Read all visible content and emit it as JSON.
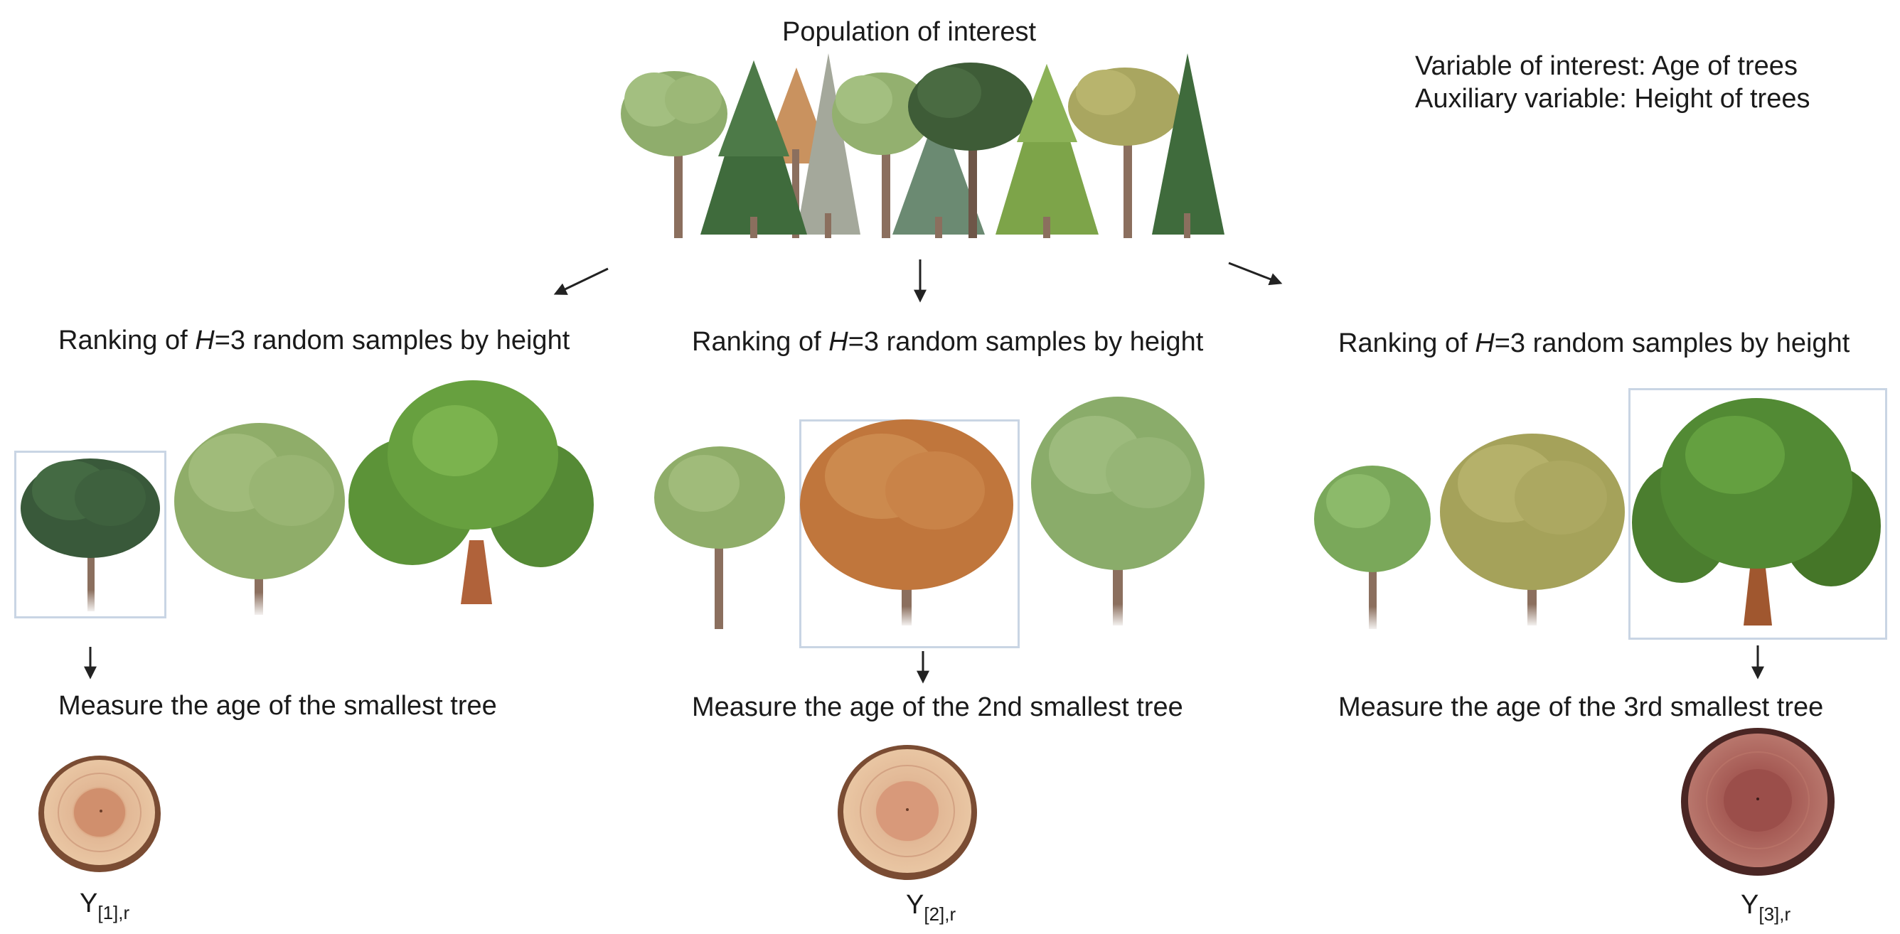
{
  "header": {
    "population_label": "Population of interest",
    "variable_line": "Variable of interest: Age of trees",
    "auxiliary_line": "Auxiliary variable: Height of trees"
  },
  "columns": [
    {
      "ranking_pre": "Ranking of ",
      "ranking_var": "H",
      "ranking_post": "=3 random samples by height",
      "measure_label": "Measure the age of the smallest tree",
      "y_main": "Y",
      "y_sub": "[1],r",
      "selected_index": 1
    },
    {
      "ranking_pre": "Ranking of ",
      "ranking_var": "H",
      "ranking_post": "=3 random samples by height",
      "measure_label": "Measure the age of the 2nd smallest tree",
      "y_main": "Y",
      "y_sub": "[2],r",
      "selected_index": 2
    },
    {
      "ranking_pre": "Ranking of ",
      "ranking_var": "H",
      "ranking_post": "=3 random samples by height",
      "measure_label": "Measure the age of the 3rd smallest tree",
      "y_main": "Y",
      "y_sub": "[3],r",
      "selected_index": 3
    }
  ],
  "colors": {
    "selection_box": "#c9d5e4",
    "arrow": "#222222",
    "trunk": "#8b6f5e",
    "trunk_orange": "#b0623a"
  },
  "icons": [
    "deciduous-tree-icon",
    "conifer-tree-icon",
    "tree-ring-icon",
    "arrow-icon"
  ]
}
